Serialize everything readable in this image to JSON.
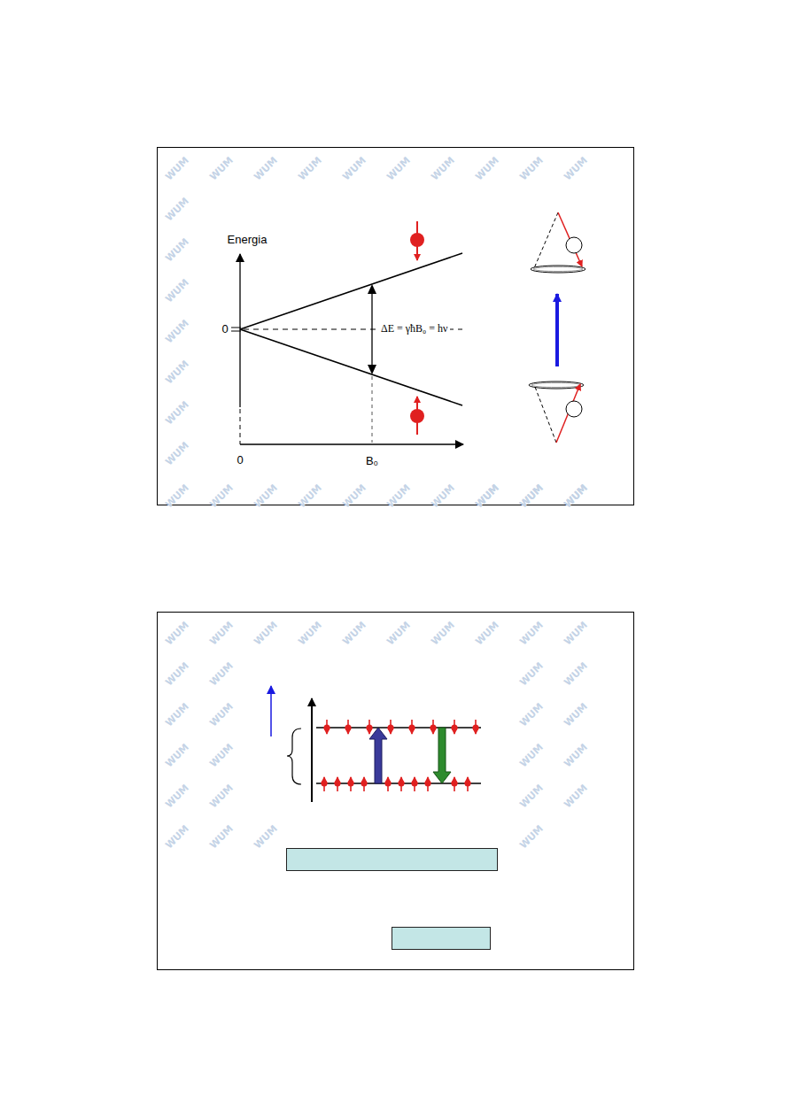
{
  "diagram": {
    "labels": [
      "Energia",
      "0",
      "ΔE = γħB₀ = hν",
      "0",
      "B₀",
      "WUM",
      "WUM",
      "WUM",
      "WUM",
      "WUM",
      "WUM",
      "WUM",
      "WUM",
      "WUM",
      "WUM",
      "WUM",
      "WUM",
      "WUM",
      "WUM",
      "WUM",
      "WUM",
      "WUM",
      "WUM",
      "WUM",
      "WUM",
      "WUM",
      "WUM",
      "WUM",
      "WUM",
      "WUM",
      "WUM",
      "WUM",
      "WUM",
      "WUM",
      "WUM",
      "WUM",
      "WUM",
      "WUM",
      "WUM",
      "WUM",
      "WUM",
      "WUM",
      "WUM",
      "WUM",
      "WUM",
      "WUM",
      "WUM",
      "WUM",
      "WUM",
      "WUM",
      "WUM",
      "WUM",
      "WUM",
      "WUM",
      "WUM",
      "WUM",
      "WUM",
      "WUM",
      "WUM",
      "WUM",
      "WUM",
      "WUM",
      "WUM",
      "WUM",
      "WUM"
    ]
  }
}
